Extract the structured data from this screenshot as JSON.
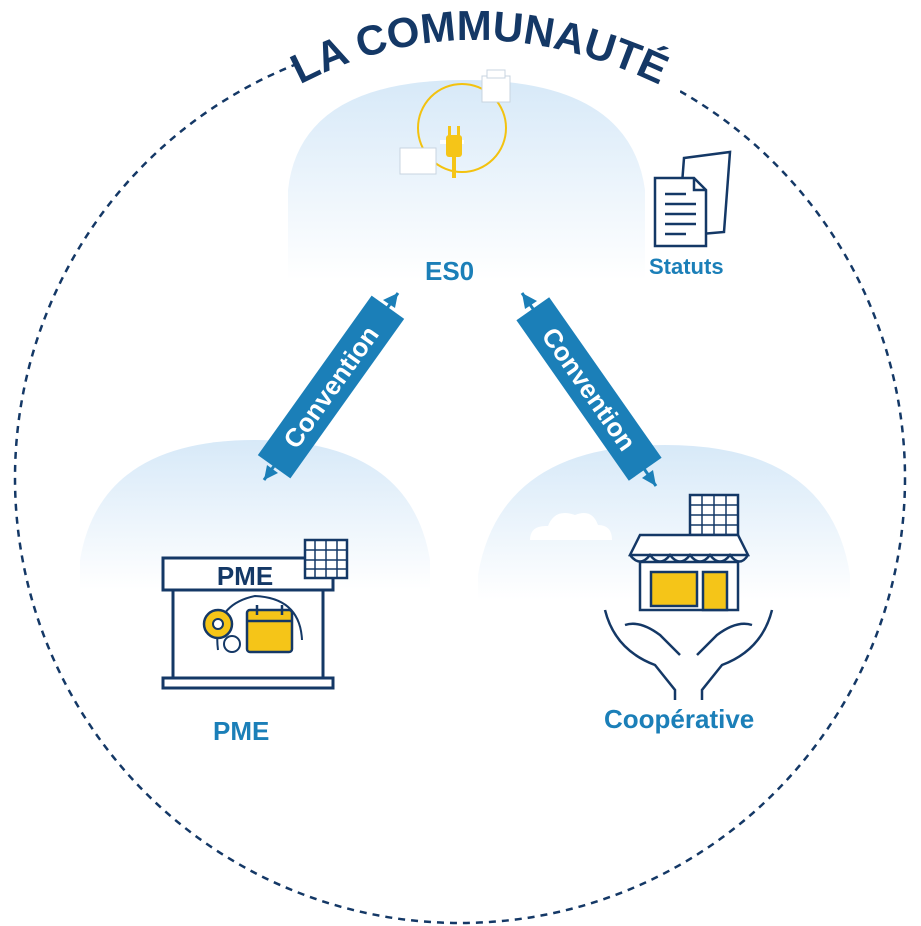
{
  "title": "LA COMMUNAUTÉ",
  "nodes": {
    "es0": "ES0",
    "pme": "PME",
    "cooperative": "Coopérative",
    "statuts": "Statuts"
  },
  "pme_sign": "PME",
  "links": {
    "left": "Convention",
    "right": "Convention"
  },
  "colors": {
    "navy": "#143866",
    "blue": "#1b7fb8",
    "sky": "#dcebf8",
    "yellow": "#f5c518",
    "yellow_line": "#f3c20f"
  }
}
